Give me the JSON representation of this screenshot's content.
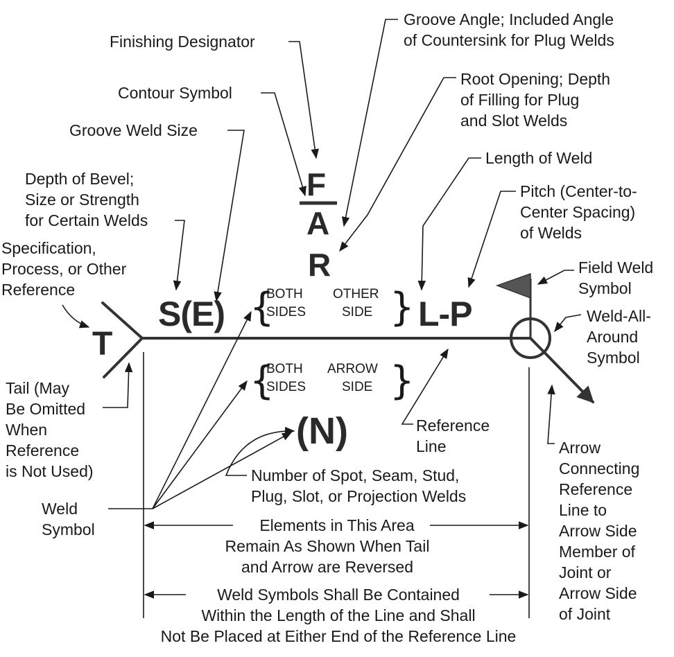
{
  "symbols": {
    "tail_text": "T",
    "size": "S(E)",
    "finishing": "F",
    "angle": "A",
    "root": "R",
    "length_pitch": "L-P",
    "number": "(N)",
    "brace_left": "{",
    "brace_right": "}"
  },
  "other_side": {
    "both_l1": "BOTH",
    "both_l2": "SIDES",
    "side_l1": "OTHER",
    "side_l2": "SIDE"
  },
  "arrow_side": {
    "both_l1": "BOTH",
    "both_l2": "SIDES",
    "side_l1": "ARROW",
    "side_l2": "SIDE"
  },
  "labels": {
    "finishing": "Finishing Designator",
    "groove_angle": [
      "Groove Angle; Included Angle",
      "of Countersink for Plug Welds"
    ],
    "contour": "Contour Symbol",
    "root_opening": [
      "Root Opening; Depth",
      "of Filling for Plug",
      "and Slot Welds"
    ],
    "groove_size": "Groove Weld Size",
    "length": "Length of Weld",
    "depth_bevel": [
      "Depth of Bevel;",
      "Size or Strength",
      "for Certain Welds"
    ],
    "pitch": [
      "Pitch (Center-to-",
      "Center Spacing)",
      "of Welds"
    ],
    "spec": [
      "Specification,",
      "Process, or Other",
      "Reference"
    ],
    "field_weld": [
      "Field Weld",
      "Symbol"
    ],
    "weld_all_around": [
      "Weld-All-",
      "Around",
      "Symbol"
    ],
    "tail": [
      "Tail (May",
      "Be Omitted",
      "When",
      "Reference",
      "is Not Used)"
    ],
    "reference_line": [
      "Reference",
      "Line"
    ],
    "arrow_connecting": [
      "Arrow",
      "Connecting",
      "Reference",
      "Line to",
      "Arrow Side",
      "Member of",
      "Joint or",
      "Arrow Side",
      "of Joint"
    ],
    "number_of": [
      "Number of Spot, Seam, Stud,",
      "Plug, Slot, or Projection Welds"
    ],
    "weld_symbol": [
      "Weld",
      "Symbol"
    ],
    "elements": [
      "Elements in This Area",
      "Remain As Shown When Tail",
      "and Arrow are Reversed"
    ],
    "contained": [
      "Weld Symbols Shall Be Contained",
      "Within the Length of the Line and Shall",
      "Not Be Placed at Either End of the Reference Line"
    ]
  }
}
